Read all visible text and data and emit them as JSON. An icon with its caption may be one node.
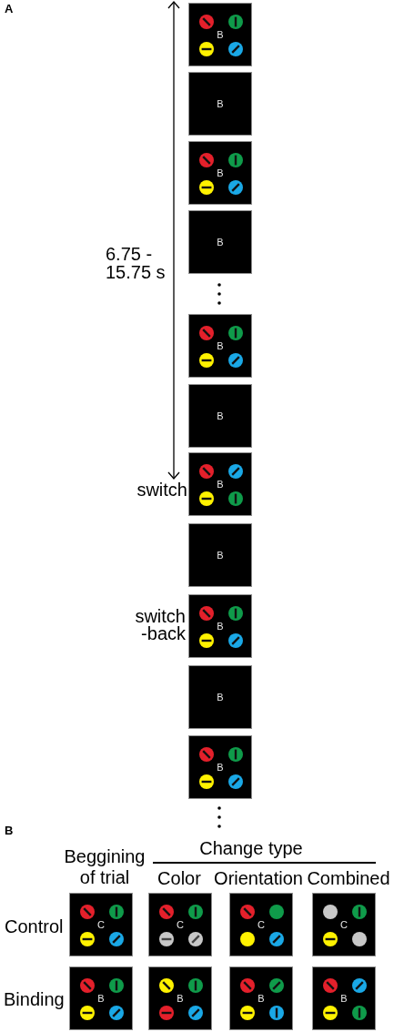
{
  "diagram": {
    "nodes": [
      {
        "text": [
          "B"
        ]
      },
      {
        "text": [
          "B"
        ]
      },
      {
        "text": [
          "B"
        ]
      },
      {
        "text": [
          "B"
        ]
      },
      {
        "text": [
          "B"
        ]
      },
      {
        "text": [
          "B"
        ]
      },
      {
        "text": [
          "B"
        ],
        "beside": [
          "switch"
        ]
      },
      {
        "text": [
          "B"
        ]
      },
      {
        "text": [
          "B"
        ],
        "beside": [
          "switch -back"
        ]
      },
      {
        "text": [
          "B"
        ]
      },
      {
        "text": [
          "B"
        ]
      },
      {
        "text": [
          "C"
        ]
      },
      {
        "text": [
          "C"
        ]
      },
      {
        "text": [
          "C"
        ]
      },
      {
        "text": [
          "C"
        ]
      },
      {
        "text": [
          "B"
        ]
      },
      {
        "text": [
          "B"
        ]
      },
      {
        "text": [
          "B"
        ]
      },
      {
        "text": [
          "B"
        ]
      }
    ],
    "labels": [
      "A",
      "6.75 - 15.75 s",
      "B",
      "Beggining of trial",
      "Change type",
      "Color",
      "Orientation",
      "Combined",
      "Control",
      "Binding"
    ]
  }
}
